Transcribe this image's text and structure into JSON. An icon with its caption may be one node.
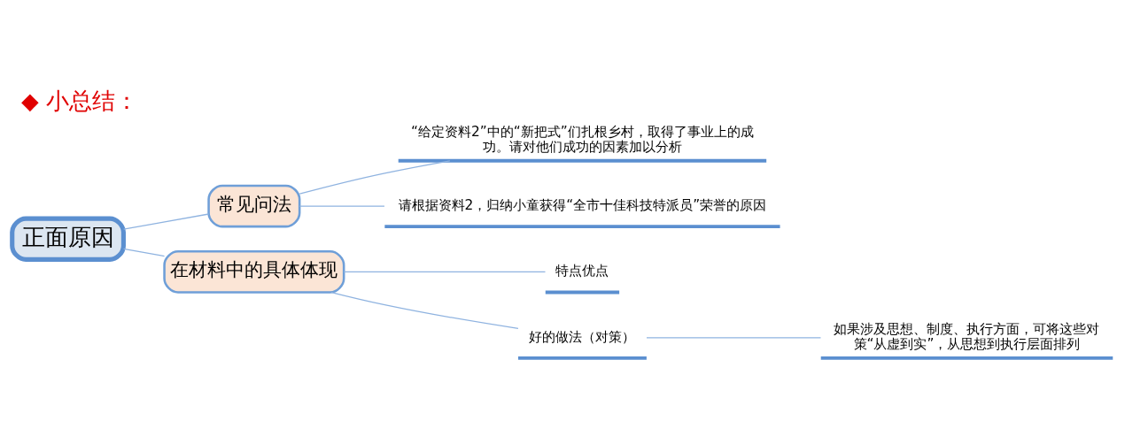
{
  "diagram": {
    "title": "◆ 小总结：",
    "nodes": [
      {
        "text": [
          "正面原因"
        ]
      },
      {
        "text": [
          "常见问法"
        ]
      },
      {
        "text": [
          "在材料中的具体体现"
        ]
      },
      {
        "text": [
          "“给定资料2”中的“新把式”们扎根乡村，取得了事业上的成功。请对他们成功的因素加以分析"
        ]
      },
      {
        "text": [
          "请根据资料2，归纳小童获得“全市十佳科技特派员”荣誉的原因"
        ]
      },
      {
        "text": [
          "特点优点"
        ]
      },
      {
        "text": [
          "好的做法（对策）"
        ]
      },
      {
        "text": [
          "如果涉及思想、制度、执行方面，可将这些对策“从虚到实”，从思想到执行层面排列"
        ]
      }
    ],
    "edges": [
      {
        "from": 0,
        "to": 1,
        "arrow": "none"
      },
      {
        "from": 0,
        "to": 2,
        "arrow": "none"
      },
      {
        "from": 1,
        "to": 3,
        "arrow": "none"
      },
      {
        "from": 1,
        "to": 4,
        "arrow": "none"
      },
      {
        "from": 2,
        "to": 5,
        "arrow": "none"
      },
      {
        "from": 2,
        "to": 6,
        "arrow": "none"
      },
      {
        "from": 6,
        "to": 7,
        "arrow": "none"
      }
    ]
  }
}
